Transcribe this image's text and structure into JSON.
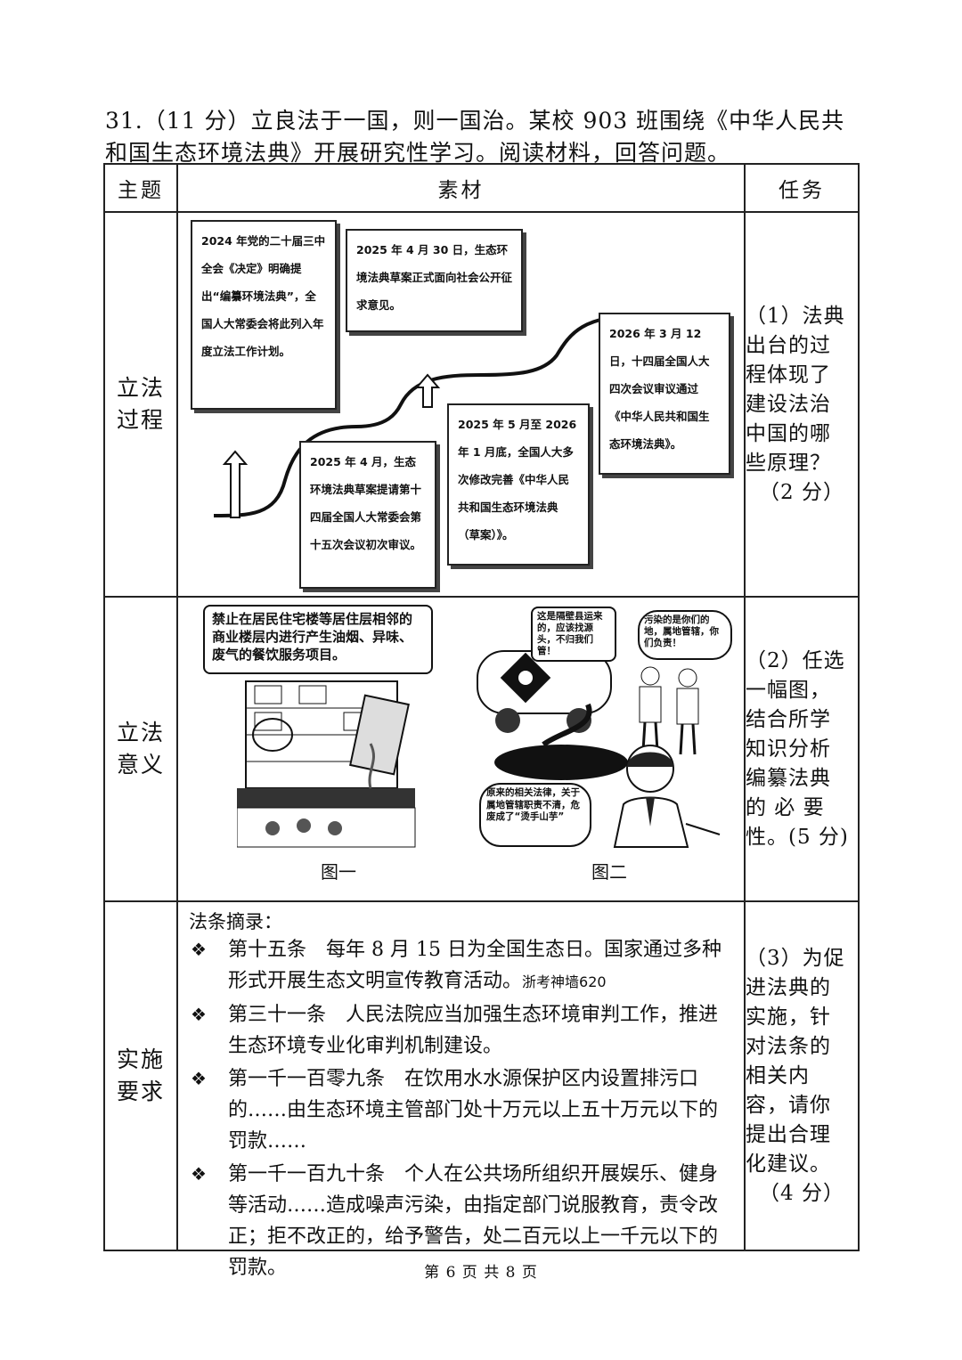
{
  "question": {
    "text": "31.（11 分）立良法于一国，则一国治。某校 903 班围绕《中华人民共和国生态环境法典》开展研究性学习。阅读材料，回答问题。"
  },
  "table": {
    "headers": [
      "主题",
      "素材",
      "任务"
    ],
    "rows": [
      {
        "theme_lines": [
          "立法",
          "过程"
        ],
        "task_lines": [
          "（1）法典",
          "出台的过",
          "程体现了",
          "建设法治",
          "中国的哪",
          "些原理？",
          "（2 分）"
        ]
      },
      {
        "theme_lines": [
          "立法",
          "意义"
        ],
        "task_lines": [
          "（2）任选",
          "一幅图，",
          "结合所学",
          "知识分析",
          "编纂法典",
          "的 必 要",
          "性。(5 分)"
        ]
      },
      {
        "theme_lines": [
          "实施",
          "要求"
        ],
        "task_lines": [
          "（3）为促",
          "进法典的",
          "实施，针",
          "对法条的",
          "相关内",
          "容，请你",
          "提出合理",
          "化建议。",
          "（4 分）"
        ]
      }
    ]
  },
  "timeline": {
    "events": [
      "2024 年党的二十届三中全会《决定》明确提出“编纂环境法典”，全国人大常委会将此列入年度立法工作计划。",
      "2025 年 4 月 30 日，生态环境法典草案正式面向社会公开征求意见。",
      "2026 年 3 月 12 日，十四届全国人大四次会议审议通过《中华人民共和国生态环境法典》。",
      "2025 年 4 月，生态环境法典草案提请第十四届全国人大常委会第十五次会议初次审议。",
      "2025 年 5 月至 2026 年 1 月底，全国人大多次修改完善《中华人民共和国生态环境法典（草案）》。"
    ]
  },
  "figures": {
    "fig1": {
      "speech": "禁止在居民住宅楼等居住层相邻的商业楼层内进行产生油烟、异味、废气的餐饮服务项目。",
      "caption": "图一"
    },
    "fig2": {
      "speech_a": "这是隔壁县运来的，应该找源头，不归我们管！",
      "speech_b": "污染的是你们的地，属地管辖，你们负责！",
      "speech_c": "原来的相关法律，关于属地管辖职责不清，危废成了“烫手山芋”",
      "caption": "图二"
    }
  },
  "law": {
    "title": "法条摘录：",
    "items": [
      {
        "text": "第十五条　每年 8 月 15 日为全国生态日。国家通过多种形式开展生态文明宣传教育活动。",
        "extra": "浙考神墙620"
      },
      {
        "text": "第三十一条　人民法院应当加强生态环境审判工作，推进生态环境专业化审判机制建设。"
      },
      {
        "text": "第一千一百零九条　在饮用水水源保护区内设置排污口的……由生态环境主管部门处十万元以上五十万元以下的罚款……"
      },
      {
        "text": "第一千一百九十条　个人在公共场所组织开展娱乐、健身等活动……造成噪声污染，由指定部门说服教育，责令改正；拒不改正的，给予警告，处二百元以上一千元以下的罚款。"
      }
    ],
    "bullet": "❖"
  },
  "footer": "第 6 页 共 8 页"
}
